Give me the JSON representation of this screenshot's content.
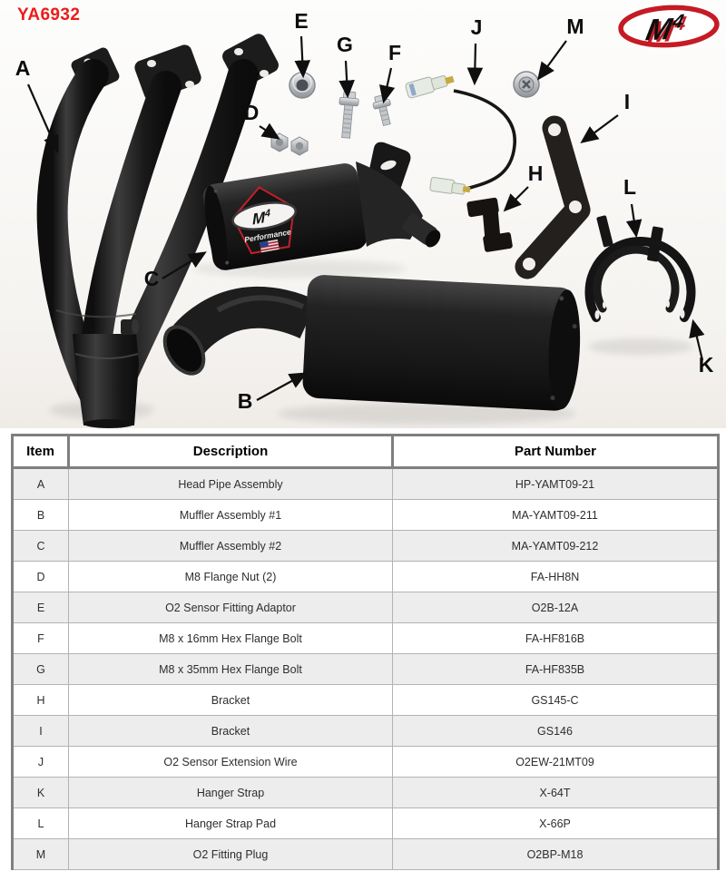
{
  "page": {
    "product_code": "YA6932",
    "colors": {
      "product_code_red": "#ec1c18",
      "logo_red": "#c41b24",
      "table_border_gray": "#7f7f7f",
      "row_stripe_gray": "#ededed"
    }
  },
  "logo": {
    "text_m": "M",
    "text_sup": "4"
  },
  "decal": {
    "text_m": "M",
    "text_sup": "4",
    "subtext": "Performance"
  },
  "diagram": {
    "callouts": [
      {
        "letter": "A"
      },
      {
        "letter": "B"
      },
      {
        "letter": "C"
      },
      {
        "letter": "D"
      },
      {
        "letter": "E"
      },
      {
        "letter": "F"
      },
      {
        "letter": "G"
      },
      {
        "letter": "H"
      },
      {
        "letter": "I"
      },
      {
        "letter": "J"
      },
      {
        "letter": "K"
      },
      {
        "letter": "L"
      },
      {
        "letter": "M"
      }
    ]
  },
  "table": {
    "headers": [
      "Item",
      "Description",
      "Part Number"
    ],
    "rows": [
      {
        "item": "A",
        "description": "Head Pipe Assembly",
        "part_number": "HP-YAMT09-21"
      },
      {
        "item": "B",
        "description": "Muffler Assembly #1",
        "part_number": "MA-YAMT09-211"
      },
      {
        "item": "C",
        "description": "Muffler Assembly #2",
        "part_number": "MA-YAMT09-212"
      },
      {
        "item": "D",
        "description": "M8 Flange Nut (2)",
        "part_number": "FA-HH8N"
      },
      {
        "item": "E",
        "description": "O2 Sensor Fitting Adaptor",
        "part_number": "O2B-12A"
      },
      {
        "item": "F",
        "description": "M8 x 16mm Hex Flange Bolt",
        "part_number": "FA-HF816B"
      },
      {
        "item": "G",
        "description": "M8 x 35mm Hex Flange Bolt",
        "part_number": "FA-HF835B"
      },
      {
        "item": "H",
        "description": "Bracket",
        "part_number": "GS145-C"
      },
      {
        "item": "I",
        "description": "Bracket",
        "part_number": "GS146"
      },
      {
        "item": "J",
        "description": "O2 Sensor Extension Wire",
        "part_number": "O2EW-21MT09"
      },
      {
        "item": "K",
        "description": "Hanger Strap",
        "part_number": "X-64T"
      },
      {
        "item": "L",
        "description": "Hanger Strap Pad",
        "part_number": "X-66P"
      },
      {
        "item": "M",
        "description": "O2 Fitting Plug",
        "part_number": "O2BP-M18"
      }
    ]
  }
}
